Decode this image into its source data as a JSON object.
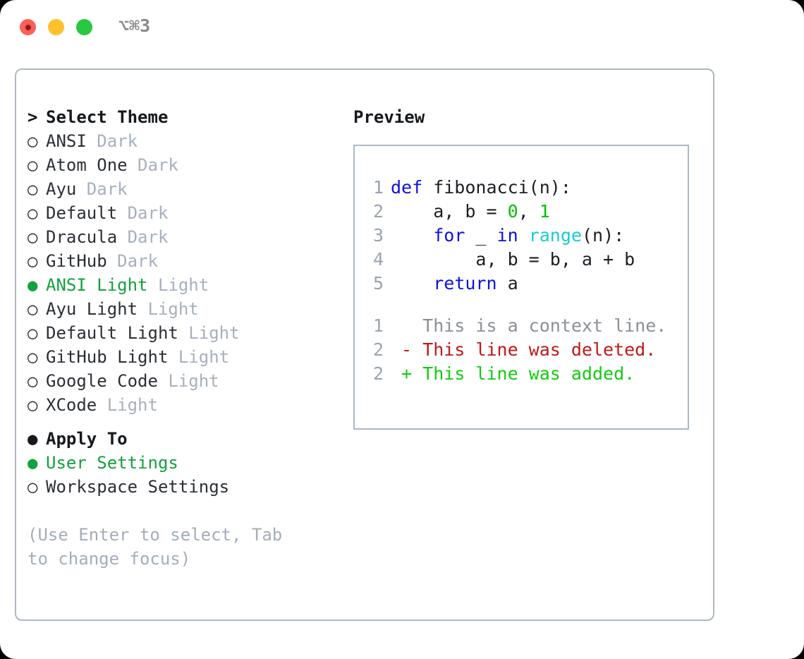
{
  "titlebar": {
    "shortcut": "⌥⌘3",
    "dots": [
      "close-red",
      "minimize-yellow",
      "zoom-green"
    ]
  },
  "theme_picker": {
    "header": "Select Theme",
    "header_prefix": ">",
    "bullet_selected": "●",
    "bullet_unselected": "○",
    "items": [
      {
        "name": "ANSI",
        "kind": "Dark",
        "selected": false
      },
      {
        "name": "Atom One",
        "kind": "Dark",
        "selected": false
      },
      {
        "name": "Ayu",
        "kind": "Dark",
        "selected": false
      },
      {
        "name": "Default",
        "kind": "Dark",
        "selected": false
      },
      {
        "name": "Dracula",
        "kind": "Dark",
        "selected": false
      },
      {
        "name": "GitHub",
        "kind": "Dark",
        "selected": false
      },
      {
        "name": "ANSI Light",
        "kind": "Light",
        "selected": true
      },
      {
        "name": "Ayu Light",
        "kind": "Light",
        "selected": false
      },
      {
        "name": "Default Light",
        "kind": "Light",
        "selected": false
      },
      {
        "name": "GitHub Light",
        "kind": "Light",
        "selected": false
      },
      {
        "name": "Google Code",
        "kind": "Light",
        "selected": false
      },
      {
        "name": "XCode",
        "kind": "Light",
        "selected": false
      }
    ]
  },
  "apply_to": {
    "header": "Apply To",
    "options": [
      {
        "label": "User Settings",
        "selected": true
      },
      {
        "label": "Workspace Settings",
        "selected": false
      }
    ]
  },
  "hint": "(Use Enter to select, Tab to change focus)",
  "preview": {
    "title": "Preview",
    "code": [
      {
        "n": "1",
        "indent": "",
        "tokens": [
          {
            "t": "def",
            "c": "kw"
          },
          {
            "t": " fibonacci(n):",
            "c": "txt"
          }
        ]
      },
      {
        "n": "2",
        "indent": "    ",
        "tokens": [
          {
            "t": "a, b = ",
            "c": "txt"
          },
          {
            "t": "0",
            "c": "num"
          },
          {
            "t": ", ",
            "c": "txt"
          },
          {
            "t": "1",
            "c": "num"
          }
        ]
      },
      {
        "n": "3",
        "indent": "    ",
        "tokens": [
          {
            "t": "for",
            "c": "kw"
          },
          {
            "t": " _ ",
            "c": "txt"
          },
          {
            "t": "in",
            "c": "kw"
          },
          {
            "t": " ",
            "c": "txt"
          },
          {
            "t": "range",
            "c": "fn"
          },
          {
            "t": "(n):",
            "c": "txt"
          }
        ]
      },
      {
        "n": "4",
        "indent": "        ",
        "tokens": [
          {
            "t": "a, b = b, a + b",
            "c": "txt"
          }
        ]
      },
      {
        "n": "5",
        "indent": "    ",
        "tokens": [
          {
            "t": "return",
            "c": "kw"
          },
          {
            "t": " a",
            "c": "txt"
          }
        ]
      }
    ],
    "diff": [
      {
        "n": "1",
        "marker": " ",
        "text": "This is a context line.",
        "kind": "ctx"
      },
      {
        "n": "2",
        "marker": "-",
        "text": "This line was deleted.",
        "kind": "del"
      },
      {
        "n": "2",
        "marker": "+",
        "text": "This line was added.",
        "kind": "add"
      }
    ]
  },
  "colors": {
    "accent_green": "#12a23c",
    "muted": "#a7b0bd",
    "border": "#adb7c6",
    "keyword": "#1010e0",
    "function": "#19cccc",
    "number": "#00c000",
    "diff_add": "#12cc12",
    "diff_del": "#c01818"
  }
}
